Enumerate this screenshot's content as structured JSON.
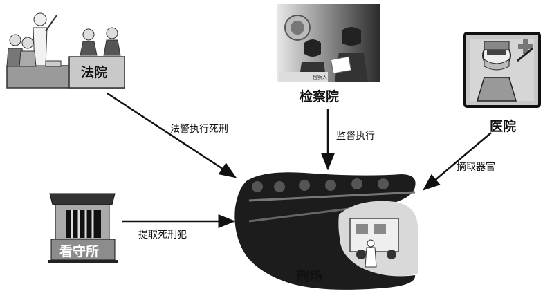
{
  "nodes": {
    "court": {
      "label": "法院"
    },
    "procuratorate": {
      "label": "检察院",
      "badge": "检察人"
    },
    "hospital": {
      "label": "医院"
    },
    "detention_center": {
      "label": "看守所"
    },
    "execution_ground": {
      "label": "刑场"
    }
  },
  "edges": {
    "court_to_ground": {
      "label": "法警执行死刑"
    },
    "procuratorate_to_ground": {
      "label": "监督执行"
    },
    "hospital_to_ground": {
      "label": "摘取器官"
    },
    "detention_to_ground": {
      "label": "提取死刑犯"
    }
  },
  "colors": {
    "ink": "#111111",
    "mid_gray": "#8c8c8c",
    "light_gray": "#cfcfcf",
    "dark_gray": "#3a3a3a"
  }
}
